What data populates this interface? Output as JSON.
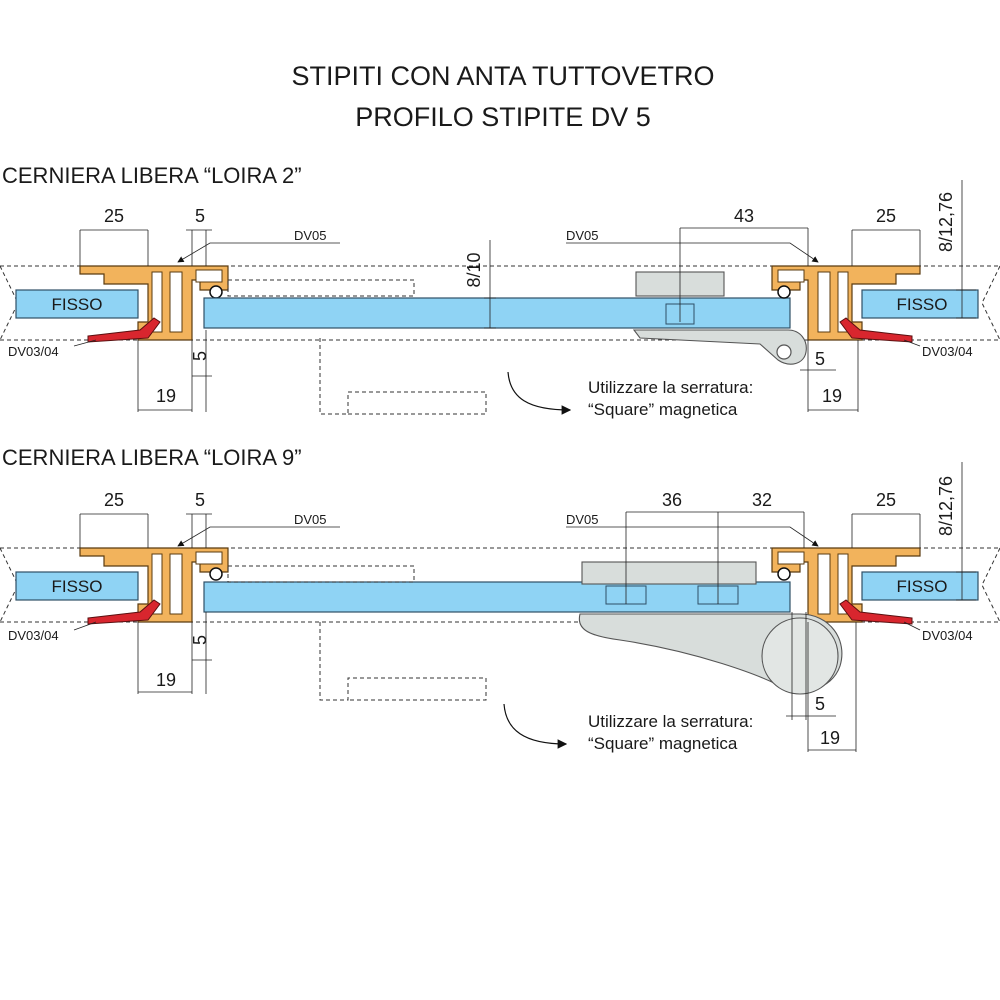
{
  "title": {
    "line1": "STIPITI CON ANTA TUTTOVETRO",
    "line2": "PROFILO STIPITE DV 5"
  },
  "sections": [
    {
      "heading": "CERNIERA LIBERA “LOIRA 2”",
      "left_dims": {
        "top_width": "25",
        "gap": "5",
        "bottom_width": "19",
        "bottom_gap": "5"
      },
      "right_dims": {
        "hinge": "43",
        "top_width": "25",
        "bottom_width": "19",
        "bottom_gap": "5"
      },
      "glass_thickness": "8/10",
      "fixed_thickness": "8/12,76",
      "left_labels": {
        "jamb": "DV05",
        "fixed": "FISSO",
        "gasket": "DV03/04"
      },
      "right_labels": {
        "jamb": "DV05",
        "fixed": "FISSO",
        "gasket": "DV03/04"
      },
      "note_line1": "Utilizzare la serratura:",
      "note_line2": "“Square” magnetica"
    },
    {
      "heading": "CERNIERA LIBERA “LOIRA 9”",
      "left_dims": {
        "top_width": "25",
        "gap": "5",
        "bottom_width": "19",
        "bottom_gap": "5"
      },
      "right_dims": {
        "hinge_a": "36",
        "hinge_b": "32",
        "top_width": "25",
        "bottom_width": "19",
        "bottom_gap": "5"
      },
      "fixed_thickness": "8/12,76",
      "left_labels": {
        "jamb": "DV05",
        "fixed": "FISSO",
        "gasket": "DV03/04"
      },
      "right_labels": {
        "jamb": "DV05",
        "fixed": "FISSO",
        "gasket": "DV03/04"
      },
      "note_line1": "Utilizzare la serratura:",
      "note_line2": "“Square” magnetica"
    }
  ],
  "colors": {
    "glass": "#8fd3f4",
    "aluminium_profile": "#f2b35c",
    "gasket": "#d8262e",
    "hinge": "#d8dddb"
  }
}
